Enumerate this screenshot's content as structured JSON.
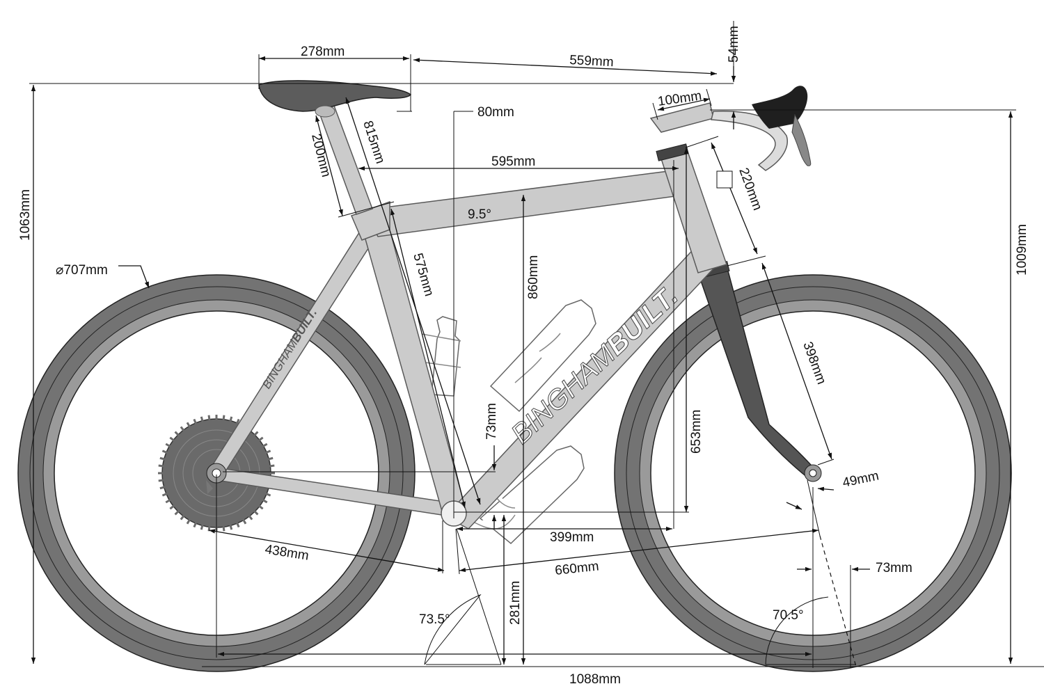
{
  "colors": {
    "tire": "#737373",
    "tire_inner": "#9a9a9a",
    "tube": "#cbcbcb",
    "tube_stroke": "#595959",
    "fork": "#555555",
    "saddle": "#5c5c5c",
    "hood": "#1f1f1f",
    "cassette": "#6a6a6a"
  },
  "icons": {
    "frame_logo": "BINGHAMBUILT. wordmark on down tube",
    "seatstay_logo": "BINGHAMBUILT. wordmark on seat stay"
  },
  "brand": {
    "downtube_light": "BINGHAM",
    "downtube_bold": "BUILT.",
    "seatstay_light": "BINGHAM",
    "seatstay_bold": "BUILT."
  },
  "dimensions": {
    "saddle_length": "278mm",
    "reach_to_bar": "559mm",
    "bar_drop": "54mm",
    "stem_length": "100mm",
    "seatpost_setback": "80mm",
    "saddle_height": "815mm",
    "seatpost_extension": "200mm",
    "effective_top_tube": "595mm",
    "top_tube_slope": "9.5°",
    "seat_tube": "575mm",
    "standover": "860mm",
    "head_tube": "220mm",
    "fork_length": "398mm",
    "overall_height": "1063mm",
    "bar_height": "1009mm",
    "wheel_diameter": "⌀707mm",
    "bb_drop": "73mm",
    "stack": "653mm",
    "fork_offset": "49mm",
    "reach": "399mm",
    "chainstay": "438mm",
    "front_center": "660mm",
    "trail": "73mm",
    "seat_angle": "73.5°",
    "head_angle": "70.5°",
    "bb_height": "281mm",
    "wheelbase": "1088mm"
  }
}
